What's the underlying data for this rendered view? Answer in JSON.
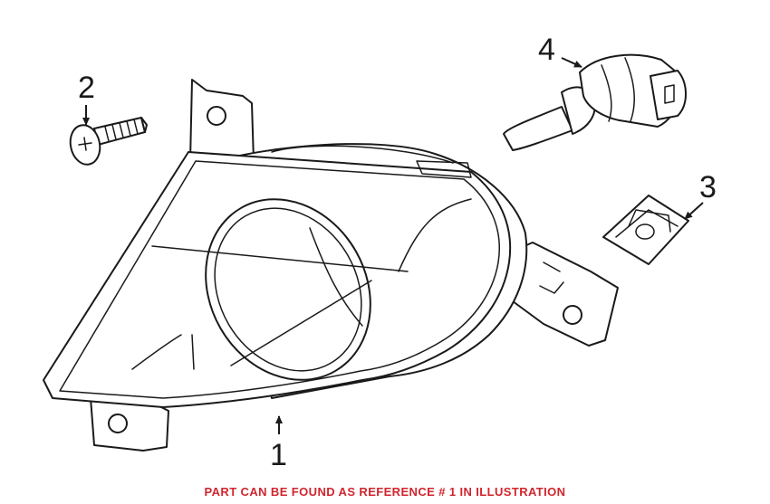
{
  "diagram": {
    "callouts": [
      "1",
      "2",
      "3",
      "4"
    ],
    "parts": [
      "fog-lamp-assembly",
      "screw",
      "clip-nut",
      "bulb"
    ]
  },
  "footer": {
    "note": "PART CAN BE FOUND AS REFERENCE # 1 IN ILLUSTRATION",
    "color": "#d0262e"
  }
}
